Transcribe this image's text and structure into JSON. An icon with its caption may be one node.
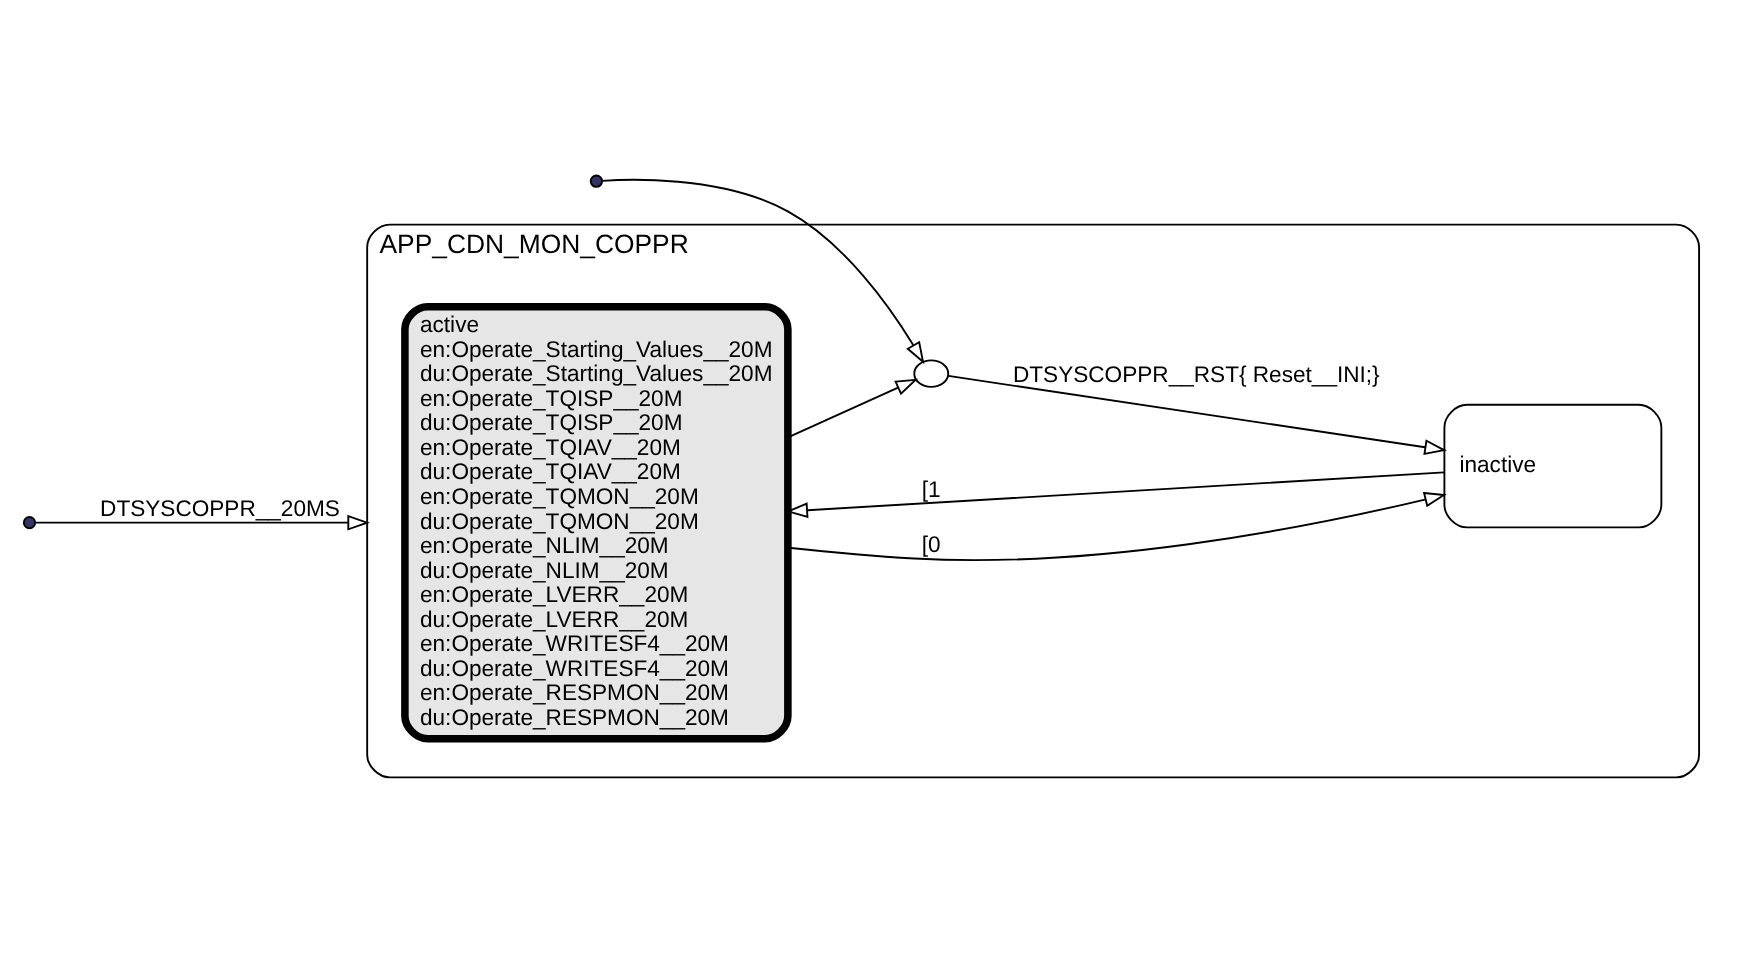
{
  "diagram": {
    "nodes": [
      {
        "text": [
          "APP_CDN_MON_COPPR"
        ]
      },
      {
        "text": [
          "active",
          "en:Operate_Starting_Values__20M",
          "du:Operate_Starting_Values__20M",
          "en:Operate_TQISP__20M",
          "du:Operate_TQISP__20M",
          "en:Operate_TQIAV__20M",
          "du:Operate_TQIAV__20M",
          "en:Operate_TQMON__20M",
          "du:Operate_TQMON__20M",
          "en:Operate_NLIM__20M",
          "du:Operate_NLIM__20M",
          "en:Operate_LVERR__20M",
          "du:Operate_LVERR__20M",
          "en:Operate_WRITESF4__20M",
          "du:Operate_WRITESF4__20M",
          "en:Operate_RESPMON__20M",
          "du:Operate_RESPMON__20M"
        ],
        "in": 0
      },
      {
        "text": [
          "inactive"
        ],
        "in": 0
      },
      {
        "text": [],
        "shape": "circle",
        "in": 0
      },
      {
        "text": [],
        "shape": "circle"
      },
      {
        "text": [],
        "shape": "circle"
      }
    ],
    "edges": [
      {
        "from": 5,
        "to": 0,
        "arrow": "to",
        "label": "DTSYSCOPPR__20MS"
      },
      {
        "from": 4,
        "to": 3,
        "arrow": "to"
      },
      {
        "from": 0,
        "to": 3,
        "arrow": "to"
      },
      {
        "from": 3,
        "to": 2,
        "arrow": "to",
        "label": "DTSYSCOPPR__RST{ Reset__INI;}"
      },
      {
        "from": 1,
        "to": 2,
        "arrow": "to",
        "label": "[0"
      },
      {
        "from": 2,
        "to": 1,
        "arrow": "to",
        "label": "[1"
      }
    ]
  }
}
